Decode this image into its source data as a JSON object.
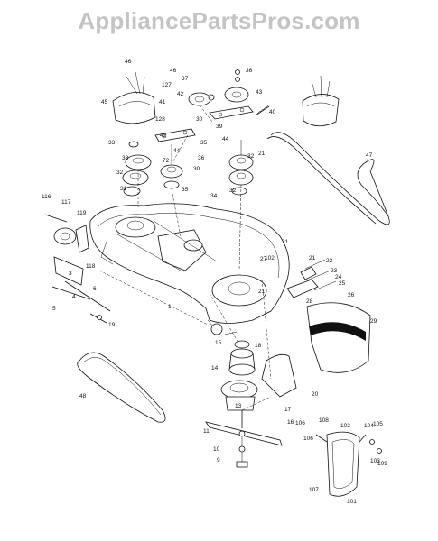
{
  "watermark": "AppliancePartsPros.com",
  "callouts": [
    "46",
    "45",
    "41",
    "46",
    "36",
    "127",
    "42",
    "37",
    "43",
    "40",
    "39",
    "128",
    "42",
    "44",
    "30",
    "35",
    "33",
    "38",
    "44",
    "72",
    "32",
    "36",
    "30",
    "32",
    "31",
    "21",
    "35",
    "32",
    "34",
    "116",
    "117",
    "119",
    "118",
    "3",
    "5",
    "6",
    "4",
    "19",
    "1",
    "47",
    "21",
    "21",
    "22",
    "23",
    "24",
    "25",
    "26",
    "28",
    "29",
    "27",
    "21",
    "18",
    "15",
    "14",
    "20",
    "48",
    "16",
    "13",
    "11",
    "10",
    "9",
    "106",
    "108",
    "102",
    "104",
    "105",
    "106",
    "103",
    "109",
    "107",
    "101",
    "102",
    "17"
  ]
}
